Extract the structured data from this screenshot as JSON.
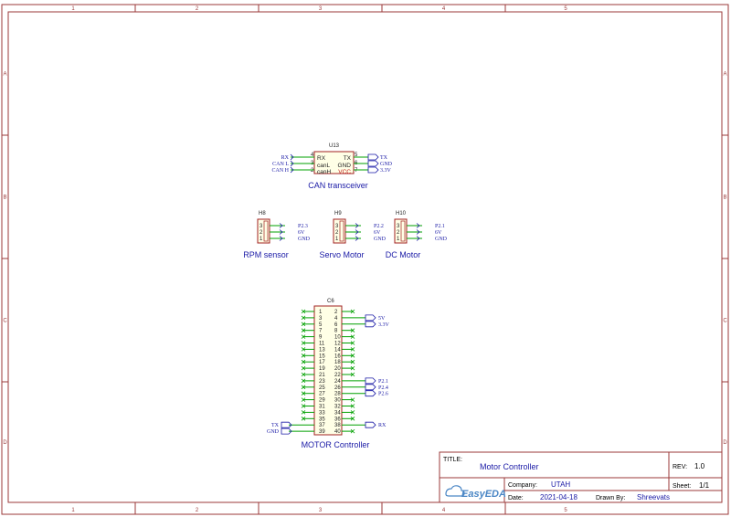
{
  "frame": {
    "columns": [
      "1",
      "2",
      "3",
      "4",
      "5"
    ],
    "rows": [
      "A",
      "B",
      "C",
      "D"
    ]
  },
  "u13": {
    "ref": "U13",
    "label": "CAN transceiver",
    "left_pins": [
      {
        "num": "4",
        "name": "RX",
        "net": "RX"
      },
      {
        "num": "3",
        "name": "canL",
        "net": "CAN L"
      },
      {
        "num": "2",
        "name": "canH",
        "net": "CAN H"
      }
    ],
    "right_pins": [
      {
        "num": "5",
        "name": "TX",
        "net": "TX"
      },
      {
        "num": "6",
        "name": "GND",
        "net": "GND"
      },
      {
        "num": "7",
        "name": "VCC",
        "net": "3.3V"
      }
    ]
  },
  "headers": [
    {
      "ref": "H8",
      "label": "RPM sensor",
      "pins": [
        {
          "num": "3",
          "net": "P2.3"
        },
        {
          "num": "2",
          "net": "6V"
        },
        {
          "num": "1",
          "net": "GND"
        }
      ]
    },
    {
      "ref": "H9",
      "label": "Servo Motor",
      "pins": [
        {
          "num": "3",
          "net": "P2.2"
        },
        {
          "num": "2",
          "net": "6V"
        },
        {
          "num": "1",
          "net": "GND"
        }
      ]
    },
    {
      "ref": "H10",
      "label": "DC Motor",
      "pins": [
        {
          "num": "3",
          "net": "P2.1"
        },
        {
          "num": "2",
          "net": "6V"
        },
        {
          "num": "1",
          "net": "GND"
        }
      ]
    }
  ],
  "c6": {
    "ref": "C6",
    "label": "MOTOR Controller",
    "pin_pairs": [
      [
        "1",
        "2"
      ],
      [
        "3",
        "4"
      ],
      [
        "5",
        "6"
      ],
      [
        "7",
        "8"
      ],
      [
        "9",
        "10"
      ],
      [
        "11",
        "12"
      ],
      [
        "13",
        "14"
      ],
      [
        "15",
        "16"
      ],
      [
        "17",
        "18"
      ],
      [
        "19",
        "20"
      ],
      [
        "21",
        "22"
      ],
      [
        "23",
        "24"
      ],
      [
        "25",
        "26"
      ],
      [
        "27",
        "28"
      ],
      [
        "29",
        "30"
      ],
      [
        "31",
        "32"
      ],
      [
        "33",
        "34"
      ],
      [
        "35",
        "36"
      ],
      [
        "37",
        "38"
      ],
      [
        "39",
        "40"
      ]
    ],
    "left_nets": {
      "18": "TX",
      "19": "GND"
    },
    "right_nets": {
      "1": "5V",
      "2": "3.3V",
      "11": "P2.1",
      "12": "P2.4",
      "13": "P2.6",
      "18": "RX"
    }
  },
  "title_block": {
    "title_label": "TITLE:",
    "title": "Motor Controller",
    "rev_label": "REV:",
    "rev": "1.0",
    "company_label": "Company:",
    "company": "UTAH",
    "sheet_label": "Sheet:",
    "sheet": "1/1",
    "date_label": "Date:",
    "date": "2021-04-18",
    "drawn_label": "Drawn By:",
    "drawn": "Shreevats",
    "logo": "EasyEDA"
  }
}
